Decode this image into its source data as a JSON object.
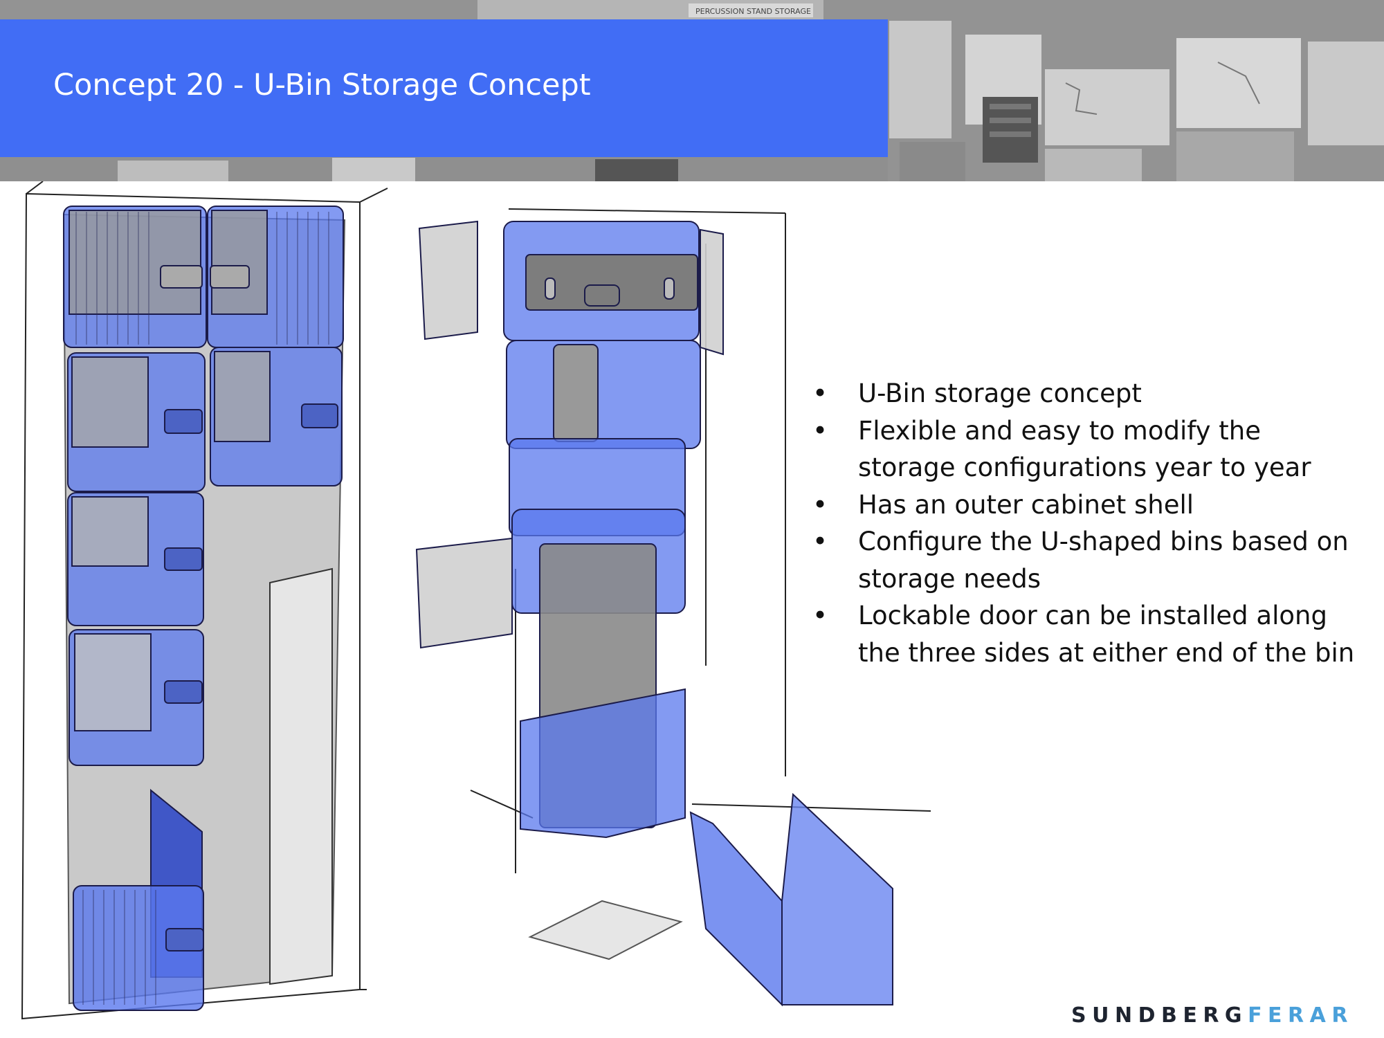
{
  "slide": {
    "title": "Concept 20 - U-Bin Storage Concept",
    "accent_color": "#416df5",
    "bin_color": "#5a78ee"
  },
  "bullets": [
    {
      "text": "U-Bin storage concept"
    },
    {
      "text": "Flexible and easy to modify the storage configurations year to year"
    },
    {
      "text": "Has an outer cabinet shell"
    },
    {
      "text": "Configure the U-shaped bins based on storage needs"
    },
    {
      "text": "Lockable door can be installed along the three sides at either end of the bin"
    }
  ],
  "bullet_glyph": "•",
  "logo": {
    "part1": "SUNDBERG",
    "part2": "FERAR"
  },
  "background_photo": {
    "sign_text": "PERCUSSION STAND STORAGE"
  }
}
